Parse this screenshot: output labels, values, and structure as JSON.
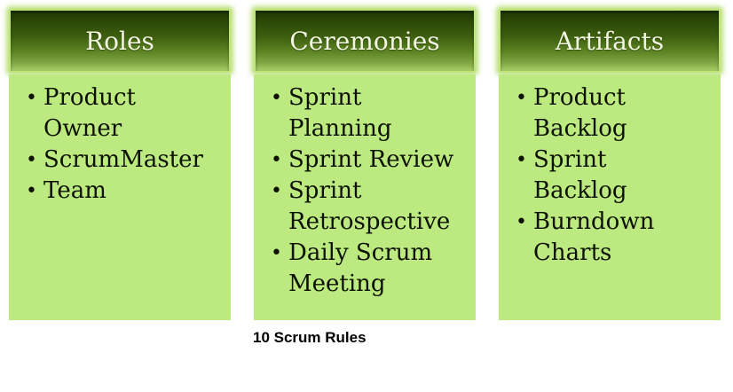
{
  "caption": "10 Scrum Rules",
  "bullet_glyph": "•",
  "colors": {
    "card_body_bg": "#bdea80",
    "header_gradient_top": "#1d3702",
    "header_gradient_bottom": "#a8cf69",
    "header_border": "#c1e478",
    "header_glow": "#b2dd6a",
    "header_text": "#f3f6e2",
    "body_text": "#0c1101",
    "caption_text": "#000000"
  },
  "cards": [
    {
      "header": "Roles",
      "items": [
        "Product\nOwner",
        "ScrumMaster",
        "Team"
      ]
    },
    {
      "header": "Ceremonies",
      "items": [
        "Sprint\nPlanning",
        "Sprint Review",
        "Sprint\nRetrospective",
        "Daily Scrum\nMeeting"
      ]
    },
    {
      "header": "Artifacts",
      "items": [
        "Product\nBacklog",
        "Sprint\nBacklog",
        "Burndown\nCharts"
      ]
    }
  ]
}
